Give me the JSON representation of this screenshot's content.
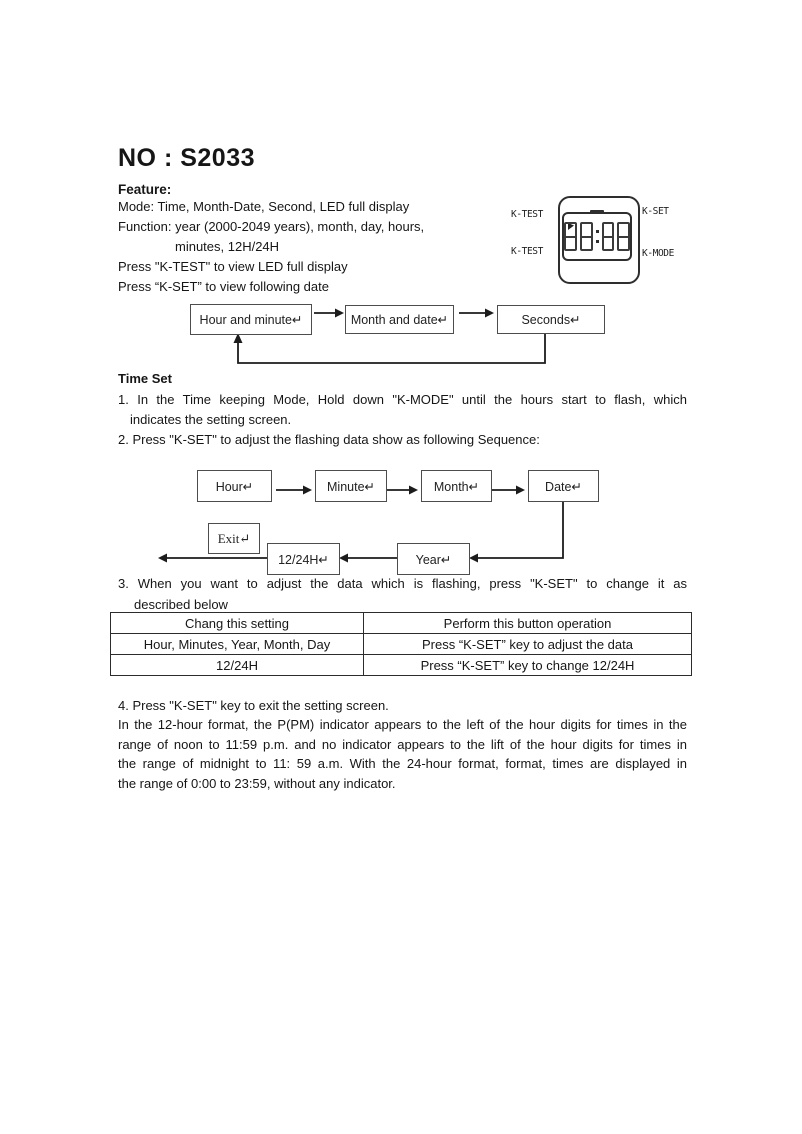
{
  "doc": {
    "title": "NO : S2033",
    "feature_heading": "Feature:",
    "feature_lines": [
      "Mode: Time, Month-Date, Second, LED full display",
      "Function: year (2000-2049 years), month, day, hours,",
      "minutes, 12H/24H",
      "Press \"K-TEST\" to view LED full display",
      "Press “K-SET” to view following date"
    ]
  },
  "device": {
    "top_left_label": "K-TEST",
    "top_right_label": "K-SET",
    "bottom_left_label": "K-TEST",
    "bottom_right_label": "K-MODE",
    "display_value": "88:88",
    "pm_indicator": "P"
  },
  "mode_diagram": {
    "boxes": [
      "Hour and minute↵",
      "Month and date↵",
      "Seconds↵"
    ]
  },
  "time_set": {
    "heading": "Time Set",
    "step1_line1": "1. In the Time keeping Mode, Hold down \"K-MODE\" until the hours start to flash, which",
    "step1_line2": "indicates the setting screen.",
    "step2": "2. Press \"K-SET\" to adjust the flashing data show as following Sequence:",
    "step3_line1": "3. When you want to adjust the data which is flashing, press \"K-SET\" to change it as",
    "step3_line2": "described below",
    "step4": "4. Press \"K-SET\" key to exit the setting screen."
  },
  "sequence_diagram": {
    "top_boxes": [
      "Hour↵",
      "Minute↵",
      "Month↵",
      "Date↵"
    ],
    "exit_box": "Exit↵",
    "bottom_boxes": [
      "12/24H↵",
      "Year↵"
    ]
  },
  "table": {
    "headers": [
      "Chang this setting",
      "Perform this button operation"
    ],
    "rows": [
      [
        "Hour, Minutes, Year, Month, Day",
        "Press “K-SET” key to adjust the data"
      ],
      [
        "12/24H",
        "Press “K-SET” key to change 12/24H"
      ]
    ]
  },
  "footer": {
    "lines": [
      "In the 12-hour format, the P(PM) indicator appears to the left of the hour digits for times in the",
      "range of noon to 11:59 p.m. and no indicator appears to the lift of the hour digits for times in",
      "the range of midnight to 11: 59 a.m. With the 24-hour format, format, times are displayed in",
      "the range of 0:00 to 23:59, without any indicator."
    ]
  }
}
